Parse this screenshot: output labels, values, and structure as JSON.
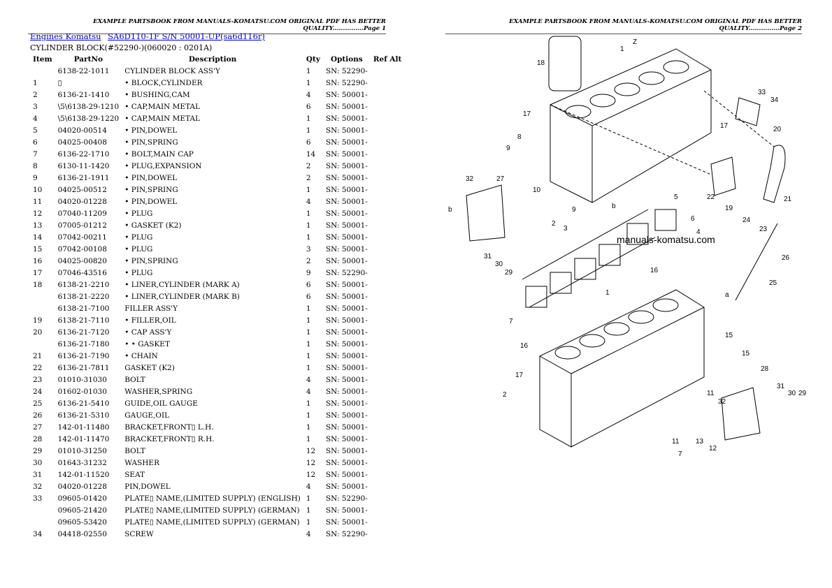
{
  "left_page": {
    "header": "EXAMPLE PARTSBOOK FROM MANUALS-KOMATSU.COM ORIGINAL PDF HAS BETTER QUALITY...............Page 1",
    "breadcrumbs": [
      "Engines Komatsu",
      "SA6D110-1F S/N 50001-UP(sa6d116r)"
    ],
    "subtitle": "CYLINDER BLOCK(#52290-)(060020 : 0201A)",
    "columns": [
      "Item",
      "PartNo",
      "Description",
      "Qty",
      "Options",
      "Ref Alt"
    ],
    "rows": [
      [
        "",
        "6138-22-1011",
        "CYLINDER BLOCK ASS'Y",
        "1",
        "SN: 52290-"
      ],
      [
        "1",
        "▯",
        "• BLOCK,CYLINDER",
        "1",
        "SN: 52290-"
      ],
      [
        "2",
        "6136-21-1410",
        "• BUSHING,CAM",
        "4",
        "SN: 50001-"
      ],
      [
        "3",
        "\\5\\6138-29-1210",
        "• CAP,MAIN METAL",
        "6",
        "SN: 50001-"
      ],
      [
        "4",
        "\\5\\6138-29-1220",
        "• CAP,MAIN METAL",
        "1",
        "SN: 50001-"
      ],
      [
        "5",
        "04020-00514",
        "• PIN,DOWEL",
        "1",
        "SN: 50001-"
      ],
      [
        "6",
        "04025-00408",
        "• PIN,SPRING",
        "6",
        "SN: 50001-"
      ],
      [
        "7",
        "6136-22-1710",
        "• BOLT,MAIN CAP",
        "14",
        "SN: 50001-"
      ],
      [
        "8",
        "6130-11-1420",
        "• PLUG,EXPANSION",
        "2",
        "SN: 50001-"
      ],
      [
        "9",
        "6136-21-1911",
        "• PIN,DOWEL",
        "2",
        "SN: 50001-"
      ],
      [
        "10",
        "04025-00512",
        "• PIN,SPRING",
        "1",
        "SN: 50001-"
      ],
      [
        "11",
        "04020-01228",
        "• PIN,DOWEL",
        "4",
        "SN: 50001-"
      ],
      [
        "12",
        "07040-11209",
        "• PLUG",
        "1",
        "SN: 50001-"
      ],
      [
        "13",
        "07005-01212",
        "• GASKET (K2)",
        "1",
        "SN: 50001-"
      ],
      [
        "14",
        "07042-00211",
        "• PLUG",
        "1",
        "SN: 50001-"
      ],
      [
        "15",
        "07042-00108",
        "• PLUG",
        "3",
        "SN: 50001-"
      ],
      [
        "16",
        "04025-00820",
        "• PIN,SPRING",
        "2",
        "SN: 50001-"
      ],
      [
        "17",
        "07046-43516",
        "• PLUG",
        "9",
        "SN: 52290-"
      ],
      [
        "18",
        "6138-21-2210",
        "• LINER,CYLINDER (MARK A)",
        "6",
        "SN: 50001-"
      ],
      [
        "",
        "6138-21-2220",
        "• LINER,CYLINDER (MARK B)",
        "6",
        "SN: 50001-"
      ],
      [
        "",
        "6138-21-7100",
        "FILLER ASS'Y",
        "1",
        "SN: 50001-"
      ],
      [
        "19",
        "6138-21-7110",
        "• FILLER,OIL",
        "1",
        "SN: 50001-"
      ],
      [
        "20",
        "6136-21-7120",
        "• CAP ASS'Y",
        "1",
        "SN: 50001-"
      ],
      [
        "",
        "6136-21-7180",
        "• • GASKET",
        "1",
        "SN: 50001-"
      ],
      [
        "21",
        "6136-21-7190",
        "• CHAIN",
        "1",
        "SN: 50001-"
      ],
      [
        "22",
        "6136-21-7811",
        "GASKET (K2)",
        "1",
        "SN: 50001-"
      ],
      [
        "23",
        "01010-31030",
        "BOLT",
        "4",
        "SN: 50001-"
      ],
      [
        "24",
        "01602-01030",
        "WASHER,SPRING",
        "4",
        "SN: 50001-"
      ],
      [
        "25",
        "6136-21-5410",
        "GUIDE,OIL GAUGE",
        "1",
        "SN: 50001-"
      ],
      [
        "26",
        "6136-21-5310",
        "GAUGE,OIL",
        "1",
        "SN: 50001-"
      ],
      [
        "27",
        "142-01-11480",
        "BRACKET,FRONT▯ L.H.",
        "1",
        "SN: 50001-"
      ],
      [
        "28",
        "142-01-11470",
        "BRACKET,FRONT▯ R.H.",
        "1",
        "SN: 50001-"
      ],
      [
        "29",
        "01010-31250",
        "BOLT",
        "12",
        "SN: 50001-"
      ],
      [
        "30",
        "01643-31232",
        "WASHER",
        "12",
        "SN: 50001-"
      ],
      [
        "31",
        "142-01-11520",
        "SEAT",
        "12",
        "SN: 50001-"
      ],
      [
        "32",
        "04020-01228",
        "PIN,DOWEL",
        "4",
        "SN: 50001-"
      ],
      [
        "33",
        "09605-01420",
        "PLATE▯ NAME,(LIMITED SUPPLY) (ENGLISH)",
        "1",
        "SN: 52290-"
      ],
      [
        "",
        "09605-21420",
        "PLATE▯ NAME,(LIMITED SUPPLY) (GERMAN)",
        "1",
        "SN: 50001-"
      ],
      [
        "",
        "09605-53420",
        "PLATE▯ NAME,(LIMITED SUPPLY) (GERMAN)",
        "1",
        "SN: 50001-"
      ],
      [
        "34",
        "04418-02550",
        "SCREW",
        "4",
        "SN: 52290-"
      ]
    ]
  },
  "right_page": {
    "header": "EXAMPLE PARTSBOOK FROM MANUALS-KOMATSU.COM ORIGINAL PDF HAS BETTER QUALITY...............Page 2",
    "watermark": "manuals-komatsu.com",
    "callouts": [
      "18",
      "1",
      "Z",
      "17",
      "8",
      "9",
      "10",
      "2",
      "9",
      "b",
      "5",
      "6",
      "4",
      "3",
      "33",
      "34",
      "17",
      "20",
      "22",
      "19",
      "24",
      "23",
      "21",
      "32",
      "27",
      "b",
      "31",
      "30",
      "29",
      "26",
      "16",
      "25",
      "a",
      "1",
      "7",
      "16",
      "15",
      "15",
      "28",
      "17",
      "2",
      "11",
      "32",
      "31",
      "30",
      "29",
      "13",
      "11",
      "12",
      "7"
    ]
  },
  "colors": {
    "link": "#0000cc"
  }
}
